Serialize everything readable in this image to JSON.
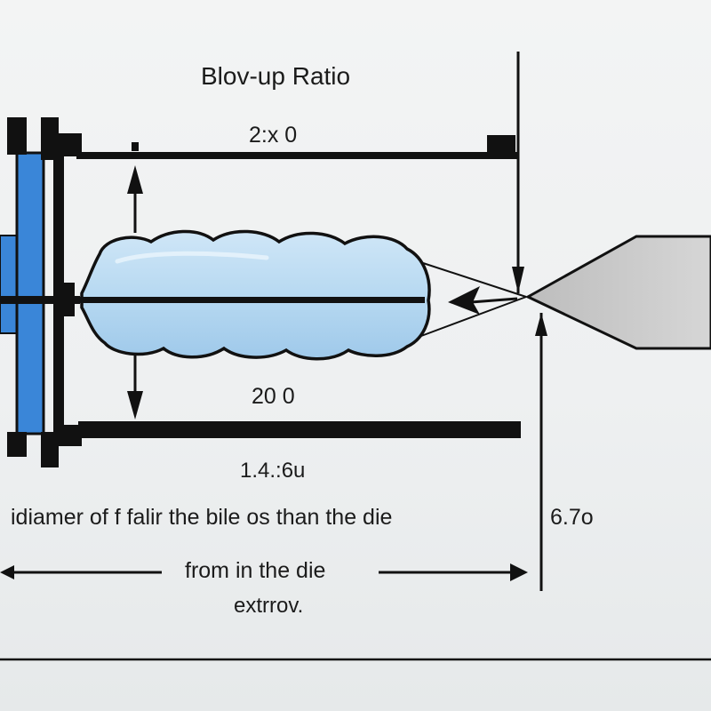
{
  "diagram": {
    "title": "Blov-up Ratio",
    "labels": {
      "top_value": "2:x 0",
      "middle_value": "20 0",
      "ratio_value": "1.4.:6u",
      "description": "idiamer  of f  falir the bile  os  than the die",
      "right_value": "6.7o",
      "from_text": "from in the die",
      "extrusion_text": "extrrov."
    },
    "colors": {
      "die_blue": "#3a86d8",
      "bubble_fill": "#bcdcf2",
      "line": "#111111",
      "nozzle_grey": "#cfcfcf",
      "background": "#eef0f1"
    }
  }
}
